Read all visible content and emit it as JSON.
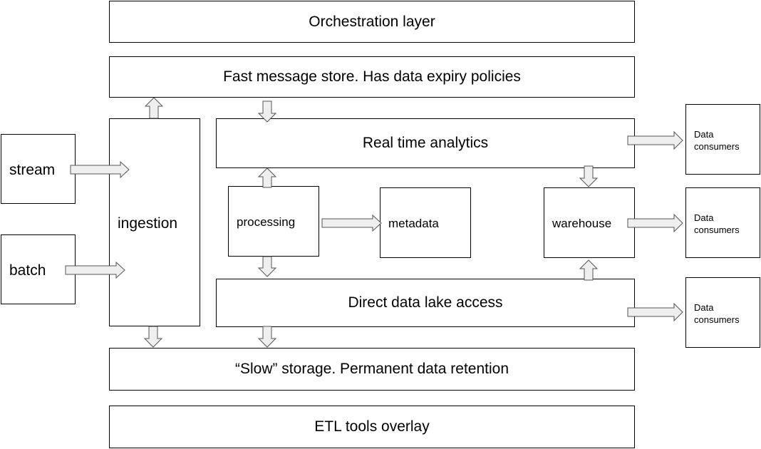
{
  "diagram": {
    "orchestration": "Orchestration layer",
    "fast_store": "Fast message store. Has data expiry policies",
    "stream": "stream",
    "batch": "batch",
    "ingestion": "ingestion",
    "real_time": "Real time analytics",
    "processing": "processing",
    "metadata": "metadata",
    "warehouse": "warehouse",
    "data_lake": "Direct data lake access",
    "slow_storage": "“Slow” storage. Permanent data retention",
    "etl": "ETL tools overlay",
    "consumers": [
      {
        "line1": "Data",
        "line2": "consumers"
      },
      {
        "line1": "Data",
        "line2": "consumers"
      },
      {
        "line1": "Data",
        "line2": "consumers"
      }
    ]
  }
}
